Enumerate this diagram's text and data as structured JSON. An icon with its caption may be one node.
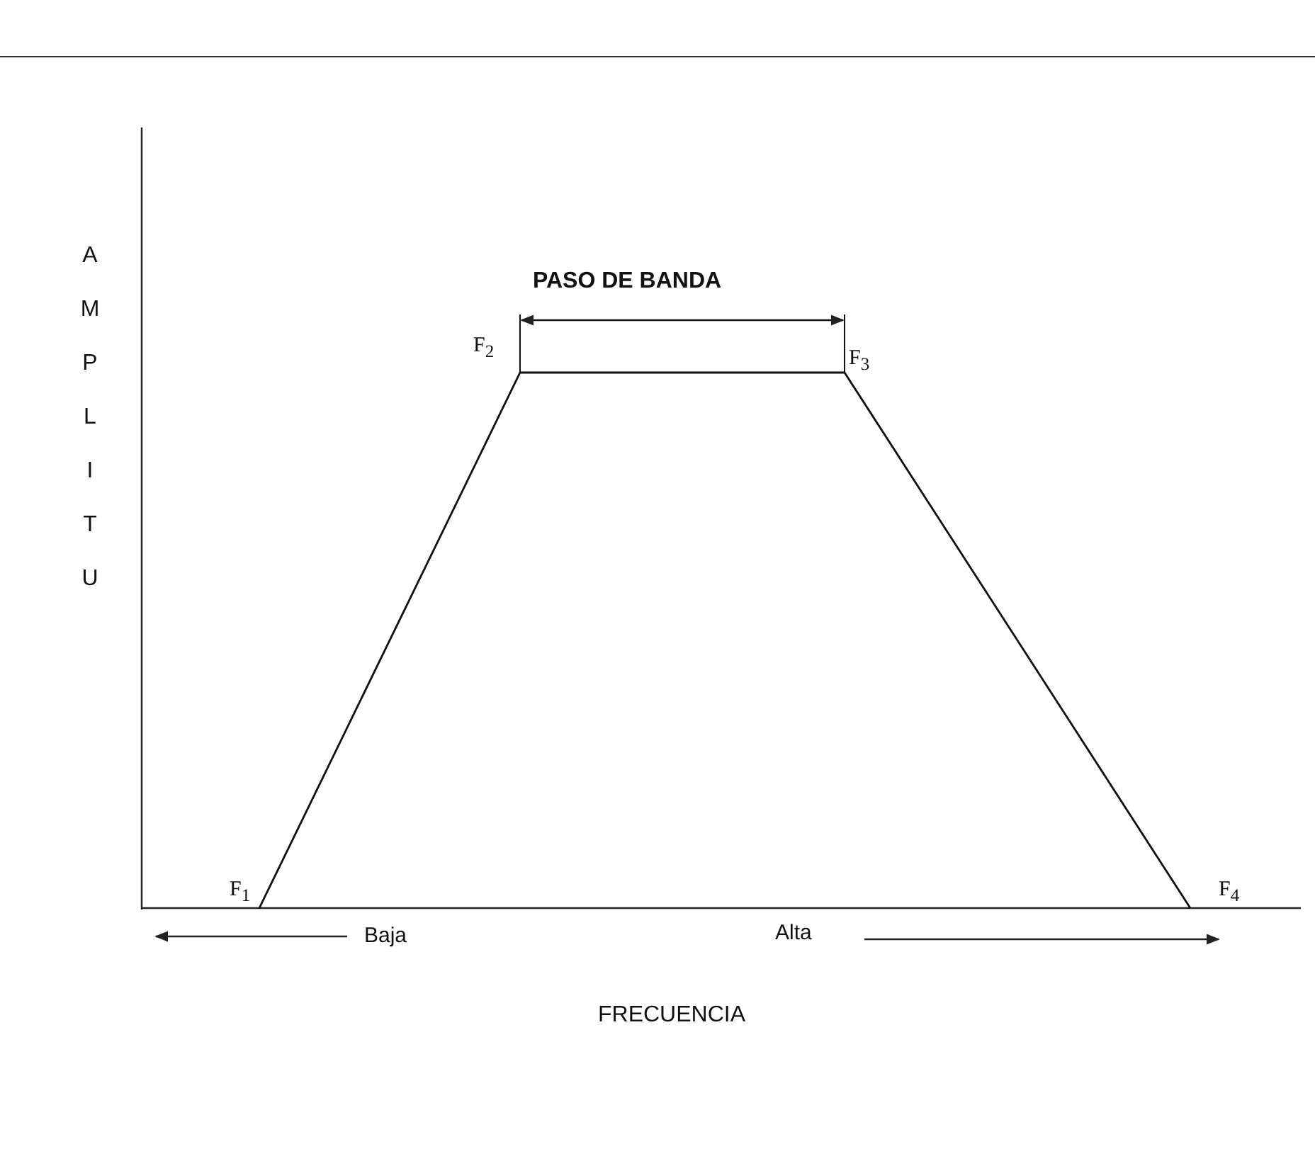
{
  "diagram": {
    "labels": [
      "AMPLITU",
      "PASO DE BANDA",
      "F$_{2}$",
      "F$_{3}$",
      "F$_{1}$",
      "F$_{4}$",
      "Baja",
      "Alta",
      "FRECUENCIA"
    ]
  }
}
